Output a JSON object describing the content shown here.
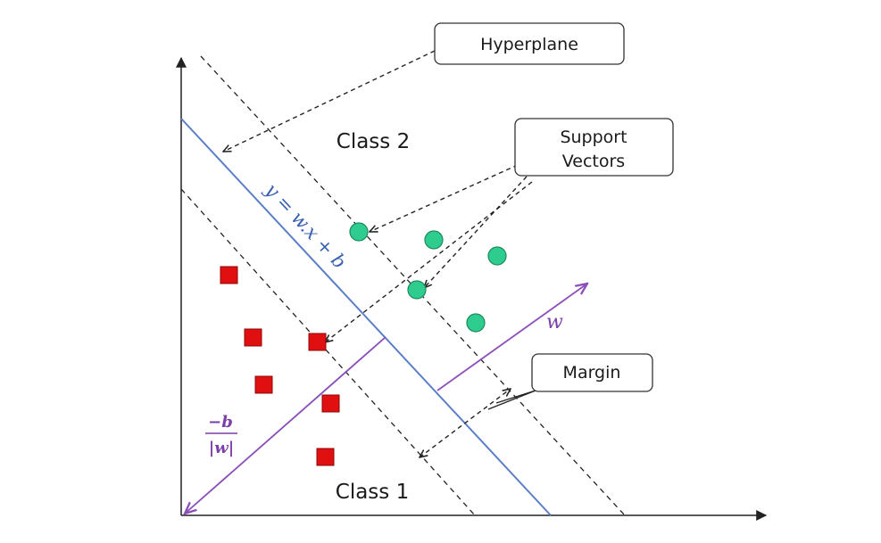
{
  "labels": {
    "hyperplane": "Hyperplane",
    "support_vectors_line1": "Support",
    "support_vectors_line2": "Vectors",
    "margin": "Margin",
    "class2": "Class 2",
    "class1": "Class 1",
    "equation": "y = w.x + b",
    "w_vector": "w",
    "bias_numerator": "−b",
    "bias_denominator": "|w|"
  },
  "colors": {
    "hyperplane": "#5b7fc7",
    "vector": "#8a4fb8",
    "class1_marker": "#e01010",
    "class2_marker": "#2ecc8f",
    "dashed": "#222222",
    "axis": "#222222",
    "equation_text": "#3a5fb0",
    "w_text": "#7a3fa8"
  },
  "icons": {
    "class1_marker": "red-square-icon",
    "class2_marker": "green-circle-icon"
  }
}
